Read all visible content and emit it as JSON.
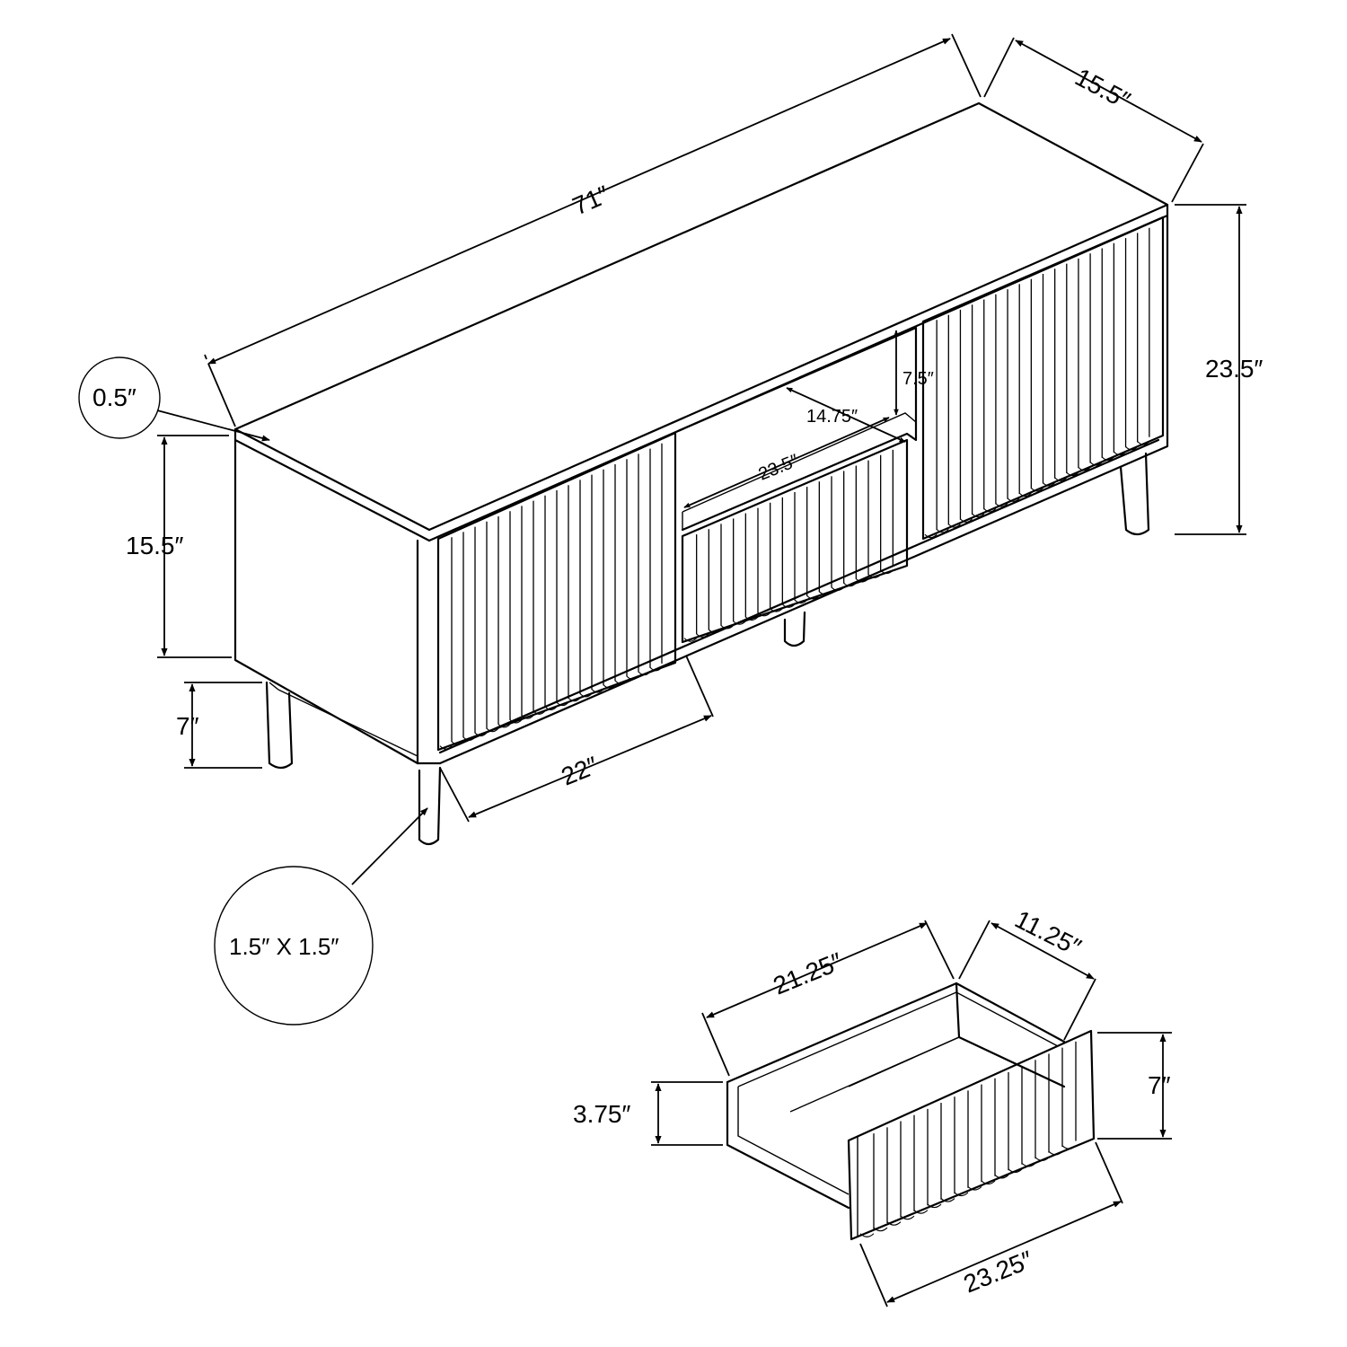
{
  "labels": {
    "overall_width": "71″",
    "overall_depth": "15.5″",
    "overall_height": "23.5″",
    "top_thickness": "0.5″",
    "cabinet_height": "15.5″",
    "leg_height": "7″",
    "door_width": "22″",
    "leg_size": "1.5″ X 1.5″",
    "shelf_height": "7.5″",
    "shelf_depth": "14.75″",
    "shelf_width": "23.5″",
    "drawer_inner_width": "21.25″",
    "drawer_inner_depth": "11.25″",
    "drawer_inner_height": "3.75″",
    "drawer_front_height": "7″",
    "drawer_front_width": "23.25″"
  }
}
